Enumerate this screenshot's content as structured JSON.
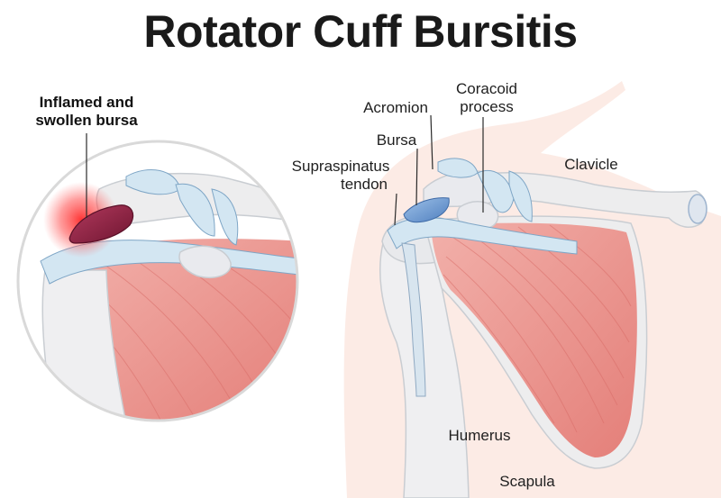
{
  "title": "Rotator Cuff Bursitis",
  "inset": {
    "callout_line1": "Inflamed and",
    "callout_line2": "swollen bursa"
  },
  "labels": {
    "acromion": "Acromion",
    "coracoid_line1": "Coracoid",
    "coracoid_line2": "process",
    "bursa": "Bursa",
    "supraspinatus_line1": "Supraspinatus",
    "supraspinatus_line2": "tendon",
    "clavicle": "Clavicle",
    "humerus": "Humerus",
    "scapula": "Scapula"
  },
  "colors": {
    "muscle": "#e98c86",
    "muscle_light": "#f4c1bb",
    "bone": "#ededee",
    "bone_outline": "#c9cdd2",
    "tendon": "#d3e6f2",
    "bursa_normal": "#6b98cf",
    "bursa_inflamed": "#8a1f3a",
    "inflammation_glow": "#ff2a2a",
    "skin": "#fbe7e0"
  }
}
